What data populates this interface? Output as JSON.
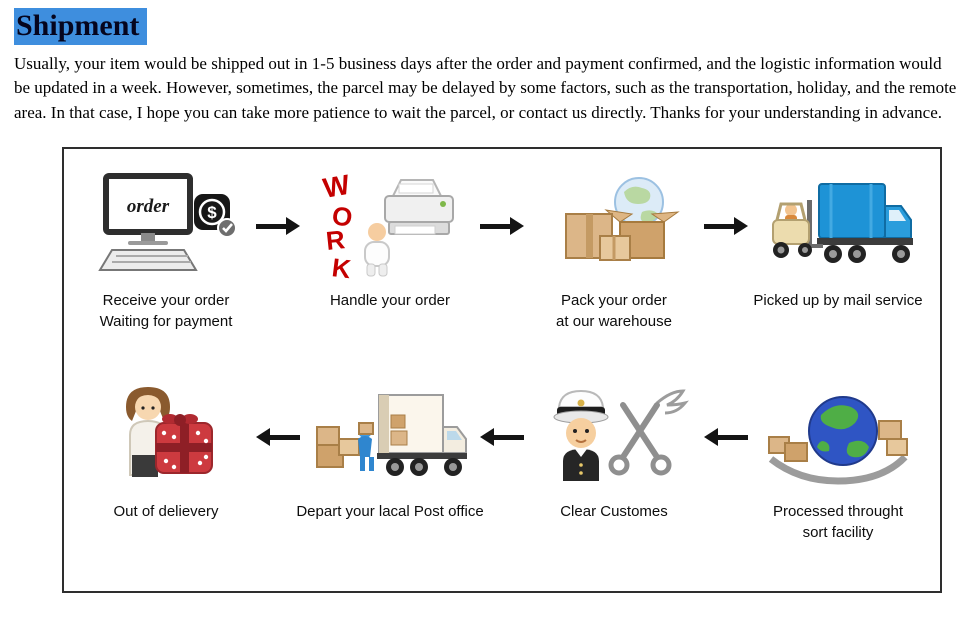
{
  "title": "Shipment",
  "intro": "Usually, your item would be shipped out in 1-5 business days after the order and  payment confirmed, and the logistic information would be updated in a week. However, sometimes, the parcel may be delayed by some factors, such as the transportation, holiday, and the remote area. In that case, I hope you can take more patience to wait the parcel, or contact us directly. Thanks for your understanding in advance.",
  "colors": {
    "title_highlight": "#3E8EDE",
    "arrow": "#141414",
    "work_red": "#C40000",
    "truck_blue": "#1E93D6",
    "box_tan": "#DCB688",
    "gift_red": "#CD3A3F"
  },
  "flow": {
    "row1": [
      {
        "label": "Receive your order\nWaiting for payment",
        "icon": "order-computer-icon"
      },
      {
        "label": "Handle your order",
        "icon": "work-printer-icon"
      },
      {
        "label": "Pack your order\nat our warehouse",
        "icon": "warehouse-boxes-icon"
      },
      {
        "label": "Picked up by mail service",
        "icon": "forklift-truck-icon"
      }
    ],
    "row2": [
      {
        "label": "Out of delievery",
        "icon": "gift-person-icon"
      },
      {
        "label": "Depart your lacal Post office",
        "icon": "post-truck-icon"
      },
      {
        "label": "Clear Customes",
        "icon": "customs-officer-icon"
      },
      {
        "label": "Processed throught\nsort facility",
        "icon": "globe-sort-icon"
      }
    ]
  }
}
